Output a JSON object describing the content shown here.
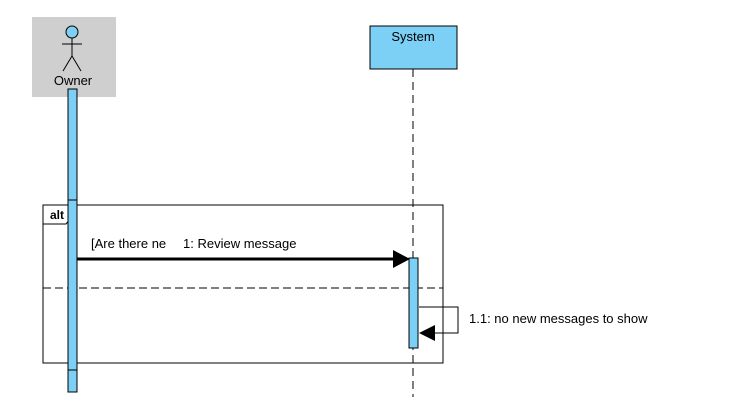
{
  "diagram": {
    "participants": [
      {
        "name": "Owner",
        "kind": "actor"
      },
      {
        "name": "System",
        "kind": "object"
      }
    ],
    "fragment": {
      "operator": "alt",
      "guard": "[Are there ne"
    },
    "messages": [
      {
        "label": "1: Review message",
        "from": "Owner",
        "to": "System"
      },
      {
        "label": "1.1: no new messages to show",
        "from": "System",
        "to": "System"
      }
    ],
    "colors": {
      "lifeline_fill": "#7ccff5",
      "actor_box": "#cfcfcf",
      "stroke": "#000000",
      "background": "#ffffff"
    }
  }
}
